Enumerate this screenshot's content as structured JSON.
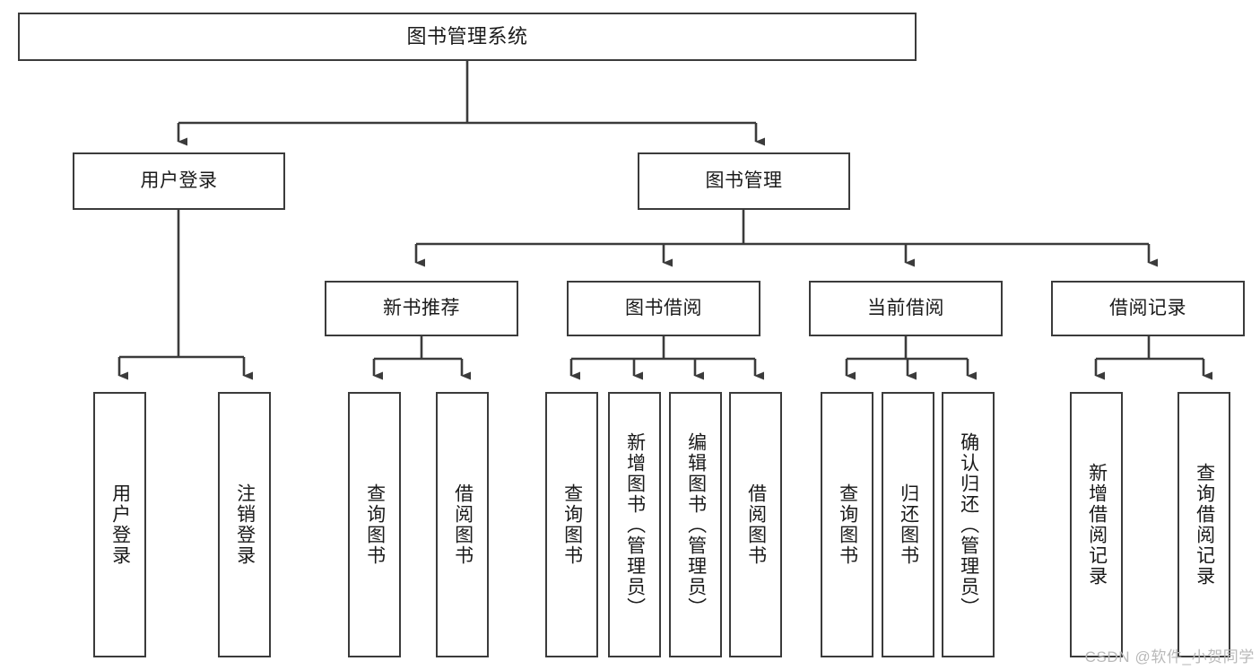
{
  "diagram": {
    "title": "图书管理系统",
    "type": "tree-hierarchy",
    "watermark": "CSDN @软件_小贺同学",
    "colors": {
      "background": "#ffffff",
      "border": "#3b3b3b",
      "text": "#1a1a1a",
      "edge": "#3b3b3b",
      "watermark": "#b9b9b9"
    },
    "nodes": {
      "root": {
        "label": "图书管理系统"
      },
      "level2": [
        {
          "label": "用户登录"
        },
        {
          "label": "图书管理"
        }
      ],
      "level3": [
        {
          "label": "新书推荐"
        },
        {
          "label": "图书借阅"
        },
        {
          "label": "当前借阅"
        },
        {
          "label": "借阅记录"
        }
      ],
      "leaves": {
        "user_login": [
          {
            "label": "用户登录"
          },
          {
            "label": "注销登录"
          }
        ],
        "new_book_recommend": [
          {
            "label": "查询图书"
          },
          {
            "label": "借阅图书"
          }
        ],
        "book_borrow": [
          {
            "label": "查询图书"
          },
          {
            "label": "新增图书（管理员）"
          },
          {
            "label": "编辑图书（管理员）"
          },
          {
            "label": "借阅图书"
          }
        ],
        "current_borrow": [
          {
            "label": "查询图书"
          },
          {
            "label": "归还图书"
          },
          {
            "label": "确认归还（管理员）"
          }
        ],
        "borrow_record": [
          {
            "label": "新增借阅记录"
          },
          {
            "label": "查询借阅记录"
          }
        ]
      }
    }
  }
}
